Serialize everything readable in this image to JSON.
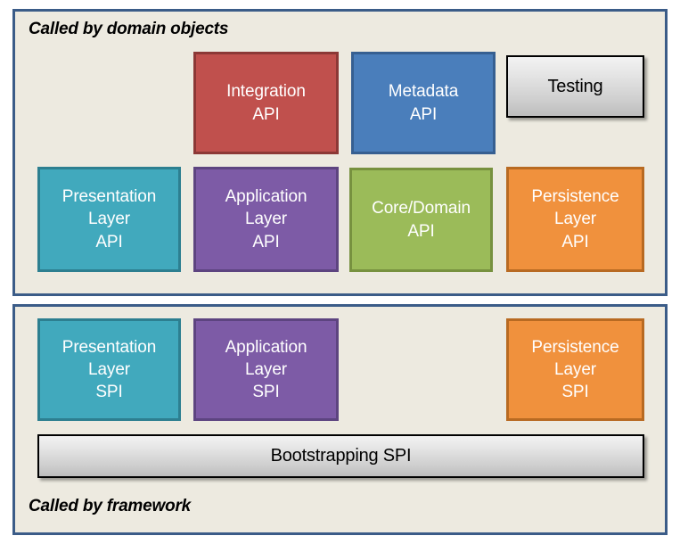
{
  "diagram": {
    "title": "API and SPI layering diagram",
    "canvas_background": "#ffffff",
    "panel_background": "#edeae0",
    "panel_border_color": "#3b5c88"
  },
  "panels": {
    "top": {
      "caption": "Called by domain objects",
      "upper_row": [
        {
          "name": "integration-api",
          "lines": [
            "Integration",
            "API"
          ],
          "fill": "#c0504d",
          "border": "#8c3836",
          "style": "colored"
        },
        {
          "name": "metadata-api",
          "lines": [
            "Metadata",
            "API"
          ],
          "fill": "#4a7ebb",
          "border": "#365f91",
          "style": "colored"
        },
        {
          "name": "testing",
          "lines": [
            "Testing"
          ],
          "fill": "#e0e0e0",
          "border": "#000000",
          "style": "grey-button"
        }
      ],
      "lower_row": [
        {
          "name": "presentation-layer-api",
          "lines": [
            "Presentation",
            "Layer",
            "API"
          ],
          "fill": "#41a9bd",
          "border": "#2d7f90",
          "style": "colored"
        },
        {
          "name": "application-layer-api",
          "lines": [
            "Application",
            "Layer",
            "API"
          ],
          "fill": "#7d5ba6",
          "border": "#5d4480",
          "style": "colored"
        },
        {
          "name": "core-domain-api",
          "lines": [
            "Core/Domain",
            "API"
          ],
          "fill": "#9bbb59",
          "border": "#77913f",
          "style": "colored"
        },
        {
          "name": "persistence-layer-api",
          "lines": [
            "Persistence",
            "Layer",
            "API"
          ],
          "fill": "#f0913d",
          "border": "#b86a22",
          "style": "colored"
        }
      ]
    },
    "bottom": {
      "caption": "Called by framework",
      "row": [
        {
          "name": "presentation-layer-spi",
          "lines": [
            "Presentation",
            "Layer",
            "SPI"
          ],
          "fill": "#41a9bd",
          "border": "#2d7f90",
          "style": "colored"
        },
        {
          "name": "application-layer-spi",
          "lines": [
            "Application",
            "Layer",
            "SPI"
          ],
          "fill": "#7d5ba6",
          "border": "#5d4480",
          "style": "colored"
        },
        {
          "name": "persistence-layer-spi",
          "lines": [
            "Persistence",
            "Layer",
            "SPI"
          ],
          "fill": "#f0913d",
          "border": "#b86a22",
          "style": "colored"
        }
      ],
      "bar": {
        "name": "bootstrapping-spi",
        "label": "Bootstrapping SPI",
        "fill": "#e0e0e0",
        "border": "#000000",
        "style": "grey-button"
      }
    }
  }
}
